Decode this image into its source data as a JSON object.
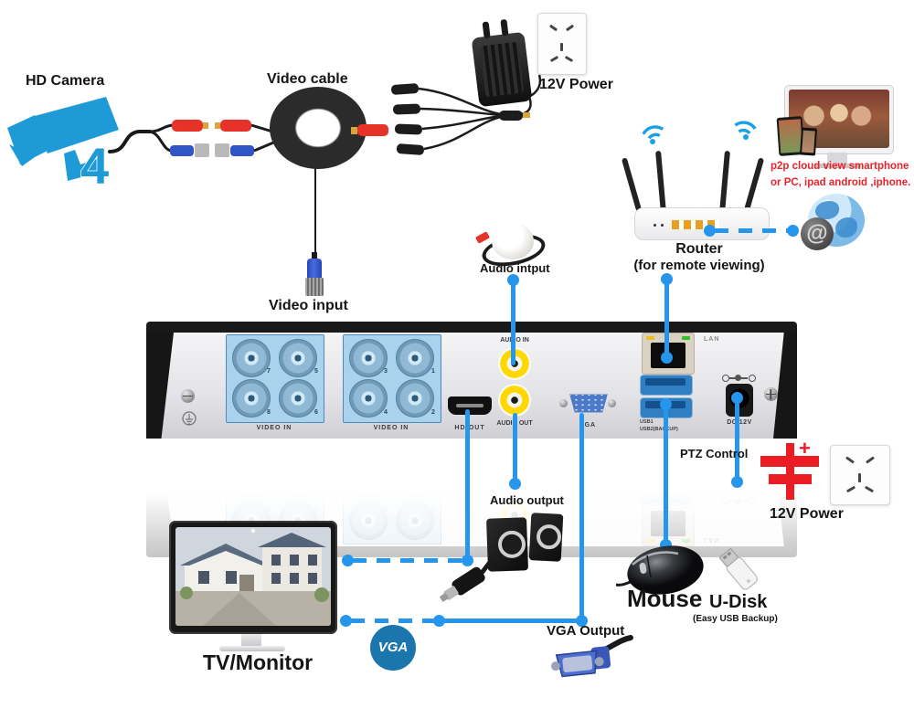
{
  "colors": {
    "line_blue": "#2596ec",
    "camera_blue": "#1e9bd7",
    "alert_red": "#e8232a",
    "vga_badge_blue": "#1b76ae"
  },
  "top": {
    "camera_label": "HD Camera",
    "camera_count": "4",
    "video_cable_label": "Video cable",
    "power_label": "12V Power"
  },
  "mid": {
    "audio_input_label": "Audio intput",
    "video_input_label": "Video input"
  },
  "router": {
    "title": "Router",
    "subtitle": "(for remote viewing)",
    "cloud_line1": "p2p cloud  view smartphone",
    "cloud_line2": "or PC, ipad android ,iphone."
  },
  "dvr": {
    "blocks": [
      {
        "label": "VIDEO IN",
        "numbers": [
          "7",
          "5",
          "8",
          "6"
        ]
      },
      {
        "label": "VIDEO IN",
        "numbers": [
          "3",
          "1",
          "4",
          "2"
        ]
      }
    ],
    "hd_out": "HD-OUT",
    "audio_in": "AUDIO IN",
    "audio_out": "AUDIO OUT",
    "vga": "VGA",
    "lan": "LAN",
    "usb1": "USB1",
    "usb2": "USB2(BACKUP)",
    "dc": "DC 12V"
  },
  "right": {
    "ptz_label": "PTZ Control",
    "power_label": "12V Power"
  },
  "bottom": {
    "audio_output_label": "Audio output",
    "tv_label": "TV/Monitor",
    "vga_badge_label": "VGA",
    "vga_output_label": "VGA Output",
    "mouse_label": "Mouse",
    "udisk_label": "U-Disk",
    "udisk_sub": "(Easy USB Backup)"
  }
}
